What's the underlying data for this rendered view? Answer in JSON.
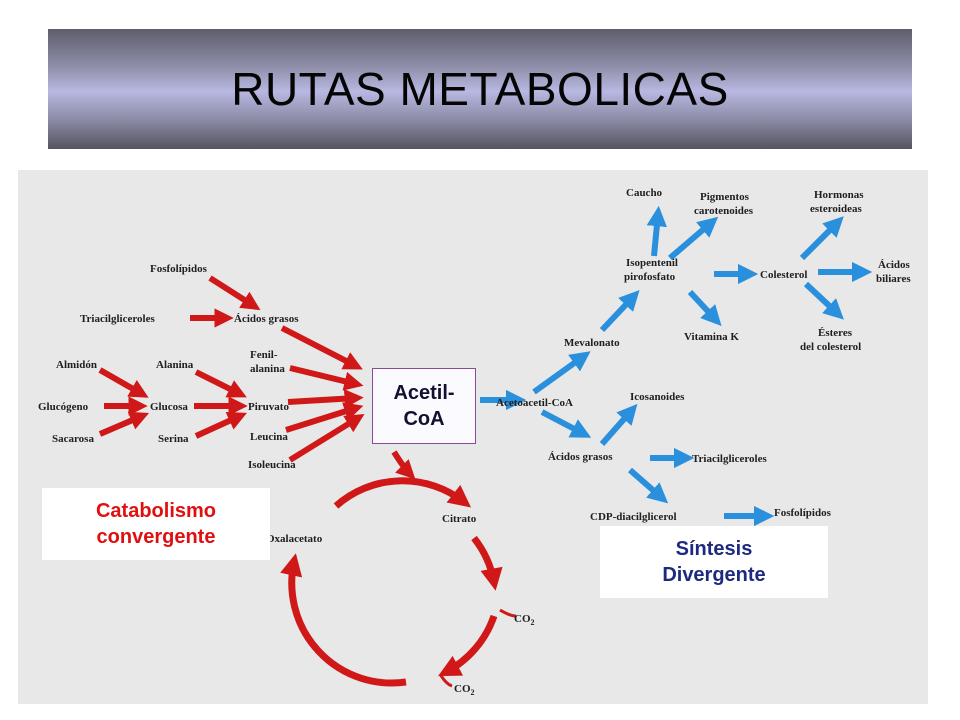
{
  "header": {
    "title": "RUTAS METABOLICAS"
  },
  "center": {
    "line1": "Acetil-",
    "line2": "CoA"
  },
  "catabolism": {
    "line1": "Catabolismo",
    "line2": "convergente"
  },
  "synthesis": {
    "line1": "Síntesis",
    "line2": "Divergente"
  },
  "nodes": {
    "fosfolipidos_top": "Fosfolípidos",
    "triacilgliceroles_left": "Triacilgliceroles",
    "acidos_grasos_left": "Ácidos grasos",
    "almidon": "Almidón",
    "glucogeno": "Glucógeno",
    "sacarosa": "Sacarosa",
    "alanina": "Alanina",
    "glucosa": "Glucosa",
    "serina": "Serina",
    "fenil1": "Fenil-",
    "fenil2": "alanina",
    "piruvato": "Piruvato",
    "leucina": "Leucina",
    "isoleucina": "Isoleucina",
    "acetoacetil": "Acetoacetil-CoA",
    "mevalonato": "Mevalonato",
    "isopentenil1": "Isopentenil",
    "isopentenil2": "pirofosfato",
    "caucho": "Caucho",
    "pigmentos1": "Pigmentos",
    "pigmentos2": "carotenoides",
    "colesterol": "Colesterol",
    "hormonas1": "Hormonas",
    "hormonas2": "esteroideas",
    "acidos_biliares1": "Ácidos",
    "acidos_biliares2": "biliares",
    "vitamina_k": "Vitamina K",
    "esteres1": "Ésteres",
    "esteres2": "del colesterol",
    "icosanoides": "Icosanoides",
    "acidos_grasos_right": "Ácidos grasos",
    "triacilgliceroles_right": "Triacilgliceroles",
    "cdp": "CDP-diacilglicerol",
    "fosfolipidos_right": "Fosfolípidos",
    "citrato": "Citrato",
    "oxalacetato": "Oxalacetato",
    "co2_a": "CO",
    "co2_a_sub": "2",
    "co2_b": "CO",
    "co2_b_sub": "2"
  },
  "colors": {
    "red_arrow": "#d01818",
    "blue_arrow": "#2a8fdc",
    "diagram_bg": "#e8e8e8"
  }
}
